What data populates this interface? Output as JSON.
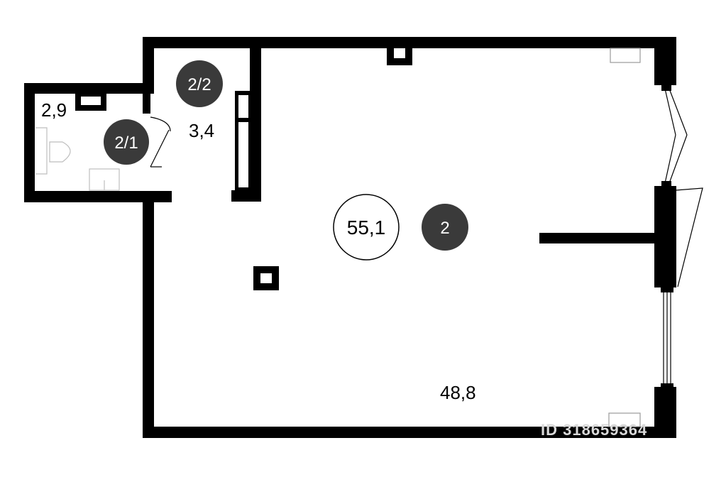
{
  "rooms": {
    "bathroom": {
      "area": "2,9",
      "badge": "2/1"
    },
    "hall": {
      "area": "3,4",
      "badge": "2/2"
    },
    "main": {
      "area": "48,8",
      "badge": "2"
    }
  },
  "total_area": "55,1",
  "watermark": "ID 318659364",
  "colors": {
    "walls": "#000000",
    "badge": "#3a3a3a",
    "background": "#ffffff"
  }
}
